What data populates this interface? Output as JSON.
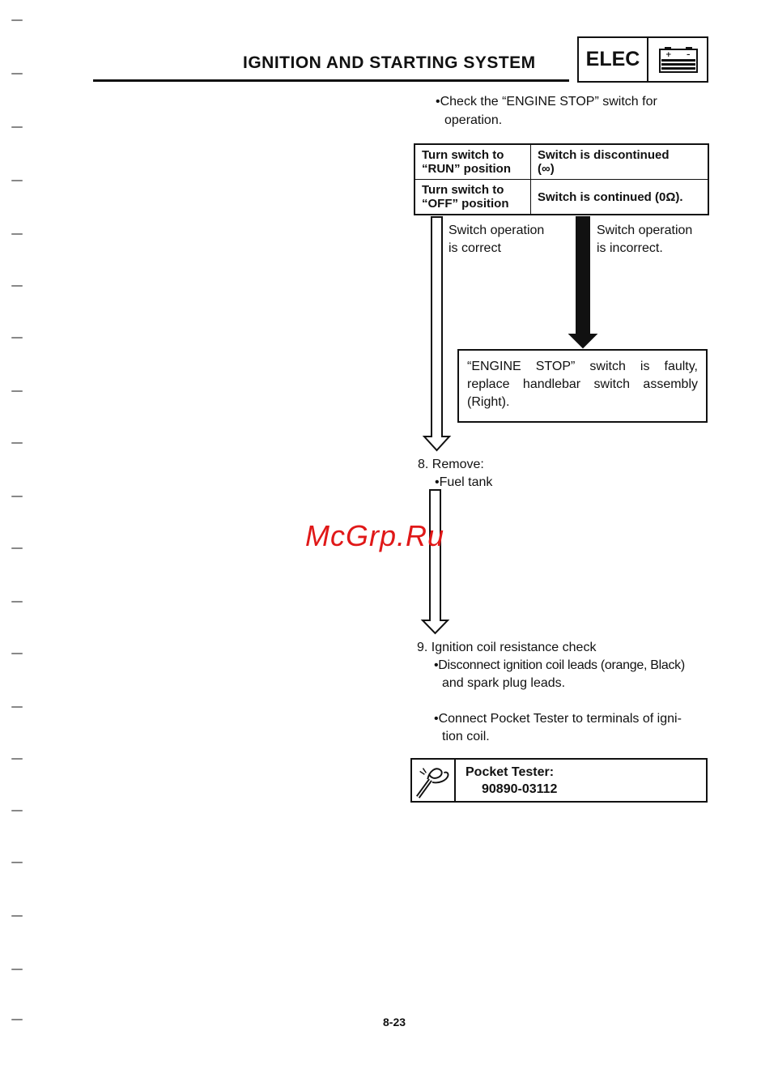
{
  "header": {
    "title": "IGNITION AND STARTING SYSTEM",
    "section_tag": "ELEC",
    "section_icon": "battery-icon"
  },
  "check_step": {
    "line1": "•Check the “ENGINE STOP” switch for",
    "line2": "operation."
  },
  "check_table": {
    "rows": [
      {
        "action_l1": "Turn switch to",
        "action_l2": "“RUN” position",
        "result_l1": "Switch is discontinued",
        "result_l2": "(∞)"
      },
      {
        "action_l1": "Turn switch to",
        "action_l2": "“OFF” position",
        "result_l1": "Switch is continued (0Ω)."
      }
    ]
  },
  "flow": {
    "correct_l1": "Switch operation",
    "correct_l2": "is correct",
    "incorrect_l1": "Switch operation",
    "incorrect_l2": "is incorrect.",
    "fault_l1": "“ENGINE STOP” switch is faulty,",
    "fault_l2": "replace handlebar switch assembly",
    "fault_l3": "(Right)."
  },
  "step8": {
    "heading": "8. Remove:",
    "item": "•Fuel tank"
  },
  "step9": {
    "heading": "9. Ignition coil resistance check",
    "bullet1_l1": "•Disconnect ignition coil leads (orange, Black)",
    "bullet1_l2": "and spark plug leads.",
    "bullet2_l1": "•Connect Pocket Tester to terminals of igni-",
    "bullet2_l2": "tion coil."
  },
  "tool": {
    "icon": "pocket-tester-icon",
    "label": "Pocket Tester:",
    "part_number": "90890-03112"
  },
  "watermark": "McGrp.Ru",
  "page_number": "8-23"
}
